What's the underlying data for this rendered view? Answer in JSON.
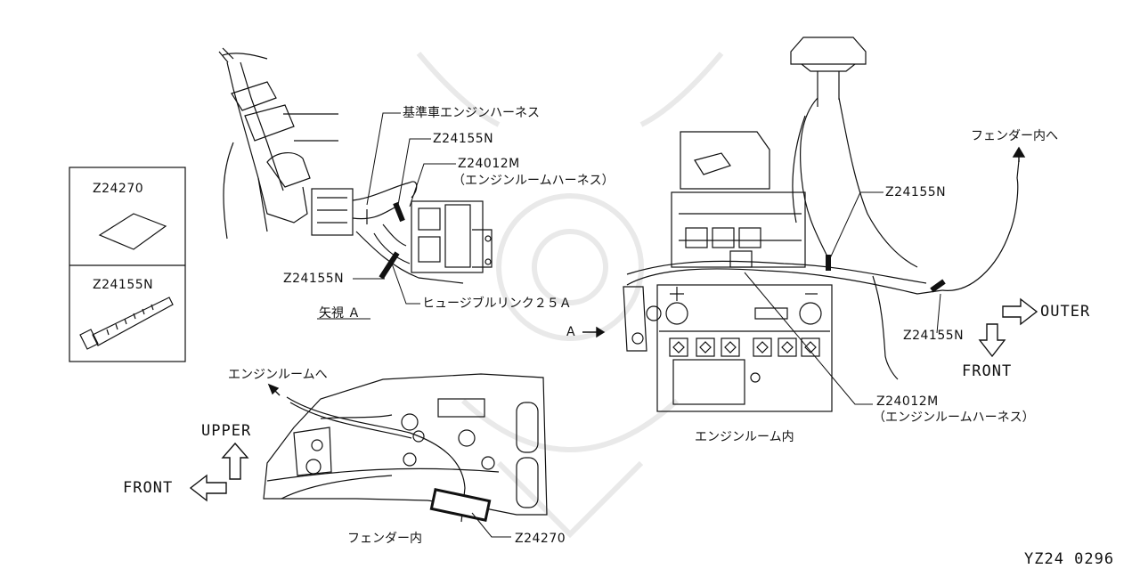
{
  "legend": {
    "items": [
      {
        "code": "Z24270"
      },
      {
        "code": "Z24155N"
      }
    ]
  },
  "labels": {
    "std_engine_harness": "基準車エンジンハーネス",
    "clip_top": "Z24155N",
    "harness_top_code": "Z24012M",
    "harness_top_name": "（エンジンルームハーネス）",
    "clip_left": "Z24155N",
    "fusible_link": "ヒュージブルリンク２５Ａ",
    "view_a": "矢視 Ａ",
    "clip_right_top": "Z24155N",
    "to_fender": "フェンダー内へ",
    "outer": "OUTER",
    "clip_right": "Z24155N",
    "front_right": "FRONT",
    "a_marker": "A",
    "harness_bottom_code": "Z24012M",
    "harness_bottom_name": "（エンジンルームハーネス）",
    "engine_room_in": "エンジンルーム内",
    "to_engine_room": "エンジンルームへ",
    "upper": "UPPER",
    "front_left": "FRONT",
    "fender_in": "フェンダー内",
    "tape_code": "Z24270",
    "diagram_id": "YZ24 0296"
  }
}
